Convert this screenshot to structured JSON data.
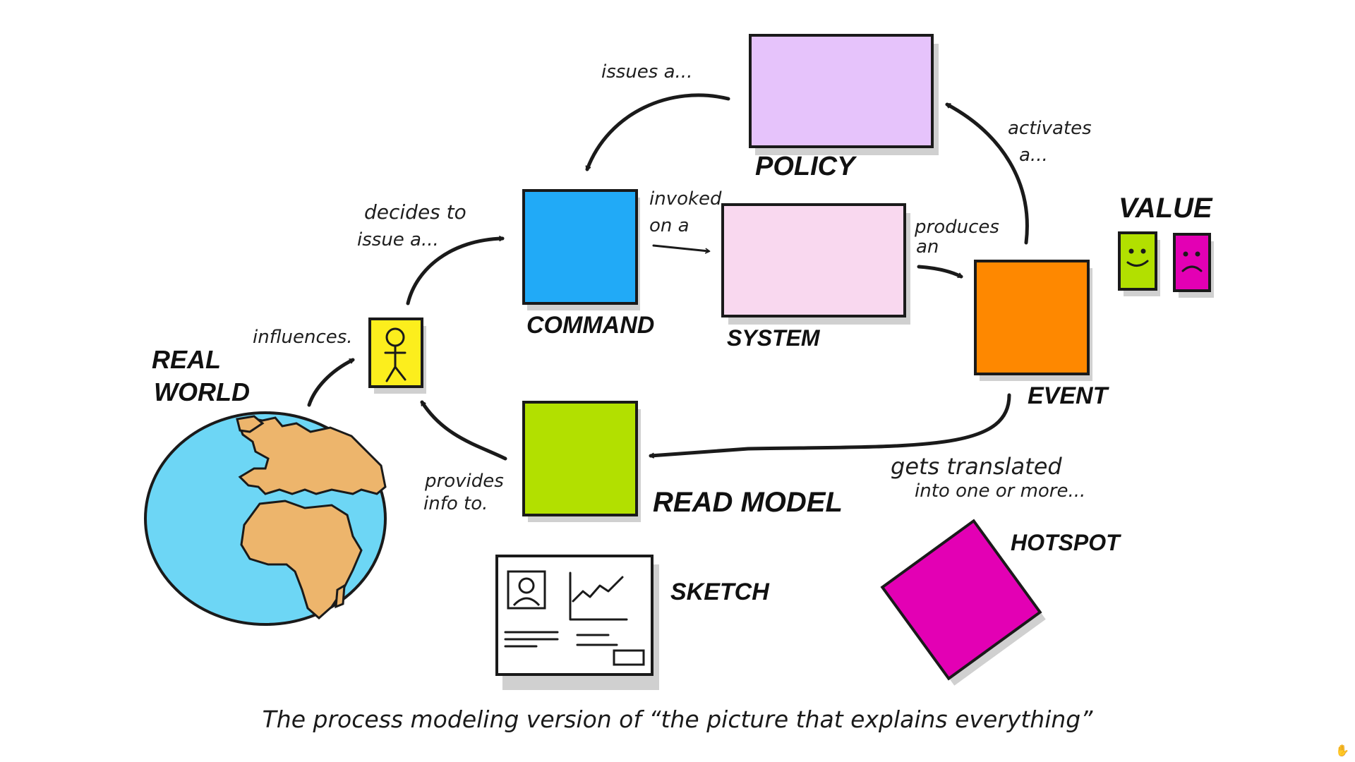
{
  "colors": {
    "command": "#21aaf7",
    "policy": "#e6c3fb",
    "system": "#f9d8ef",
    "event": "#fe8800",
    "read_model": "#b2e000",
    "actor": "#fcee1d",
    "hotspot": "#e300b4",
    "value_positive": "#b2e000",
    "value_negative": "#e300b4",
    "globe_ocean": "#6dd6f5",
    "globe_land": "#edb56c"
  },
  "labels": {
    "policy": "POLICY",
    "command": "COMMAND",
    "system": "SYSTEM",
    "event": "EVENT",
    "read_model": "READ MODEL",
    "value": "VALUE",
    "hotspot": "HOTSPOT",
    "sketch": "SKETCH",
    "real_world_line1": "REAL",
    "real_world_line2": "WORLD"
  },
  "edges": {
    "issues": "issues a...",
    "decides_line1": "decides to",
    "decides_line2": "issue a...",
    "invoked_line1": "invoked",
    "invoked_line2": "on a",
    "produces_line1": "produces",
    "produces_line2": "an",
    "activates_line1": "activates",
    "activates_line2": "a...",
    "influences": "influences.",
    "provides_line1": "provides",
    "provides_line2": "info to.",
    "translated_line1": "gets translated",
    "translated_line2": "into  one or more..."
  },
  "caption": "The process modeling version of “the picture that explains everything”",
  "icons": {
    "cursor": "hand-cursor-icon"
  }
}
